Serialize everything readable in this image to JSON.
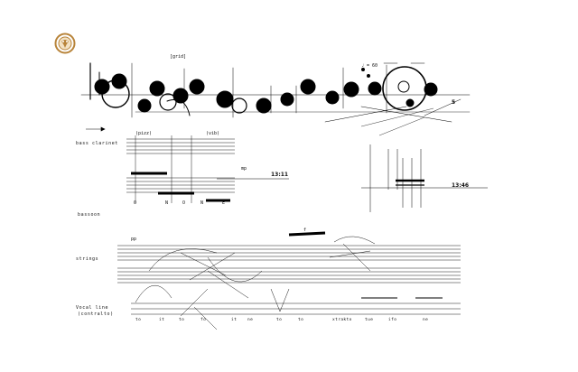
{
  "logo": {
    "icon": "composer-seal-icon",
    "color": "#b8843a"
  },
  "score": {
    "instrument_labels": {
      "bass_clarinet": "bass clarinet",
      "bassoon": "bassoon",
      "strings": "strings",
      "voice_line1": "Vocal line",
      "voice_line2": "(contralto)"
    },
    "top_mark": "[grid]",
    "tempo_mark": "♩ = 60",
    "time_marks": [
      "13:11",
      "13:46"
    ],
    "rehearsal_number": "5",
    "dynamic_marks": [
      "pp",
      "mp",
      "f"
    ],
    "staff_text": [
      "(pizz)",
      "(vib)",
      "O",
      "N",
      "O",
      "N",
      "E"
    ],
    "lyrics": [
      "to",
      "it",
      "to",
      "fo",
      "it",
      "ne",
      "to",
      "to",
      "xtrakto",
      "tue",
      "ifo",
      "ne"
    ]
  }
}
